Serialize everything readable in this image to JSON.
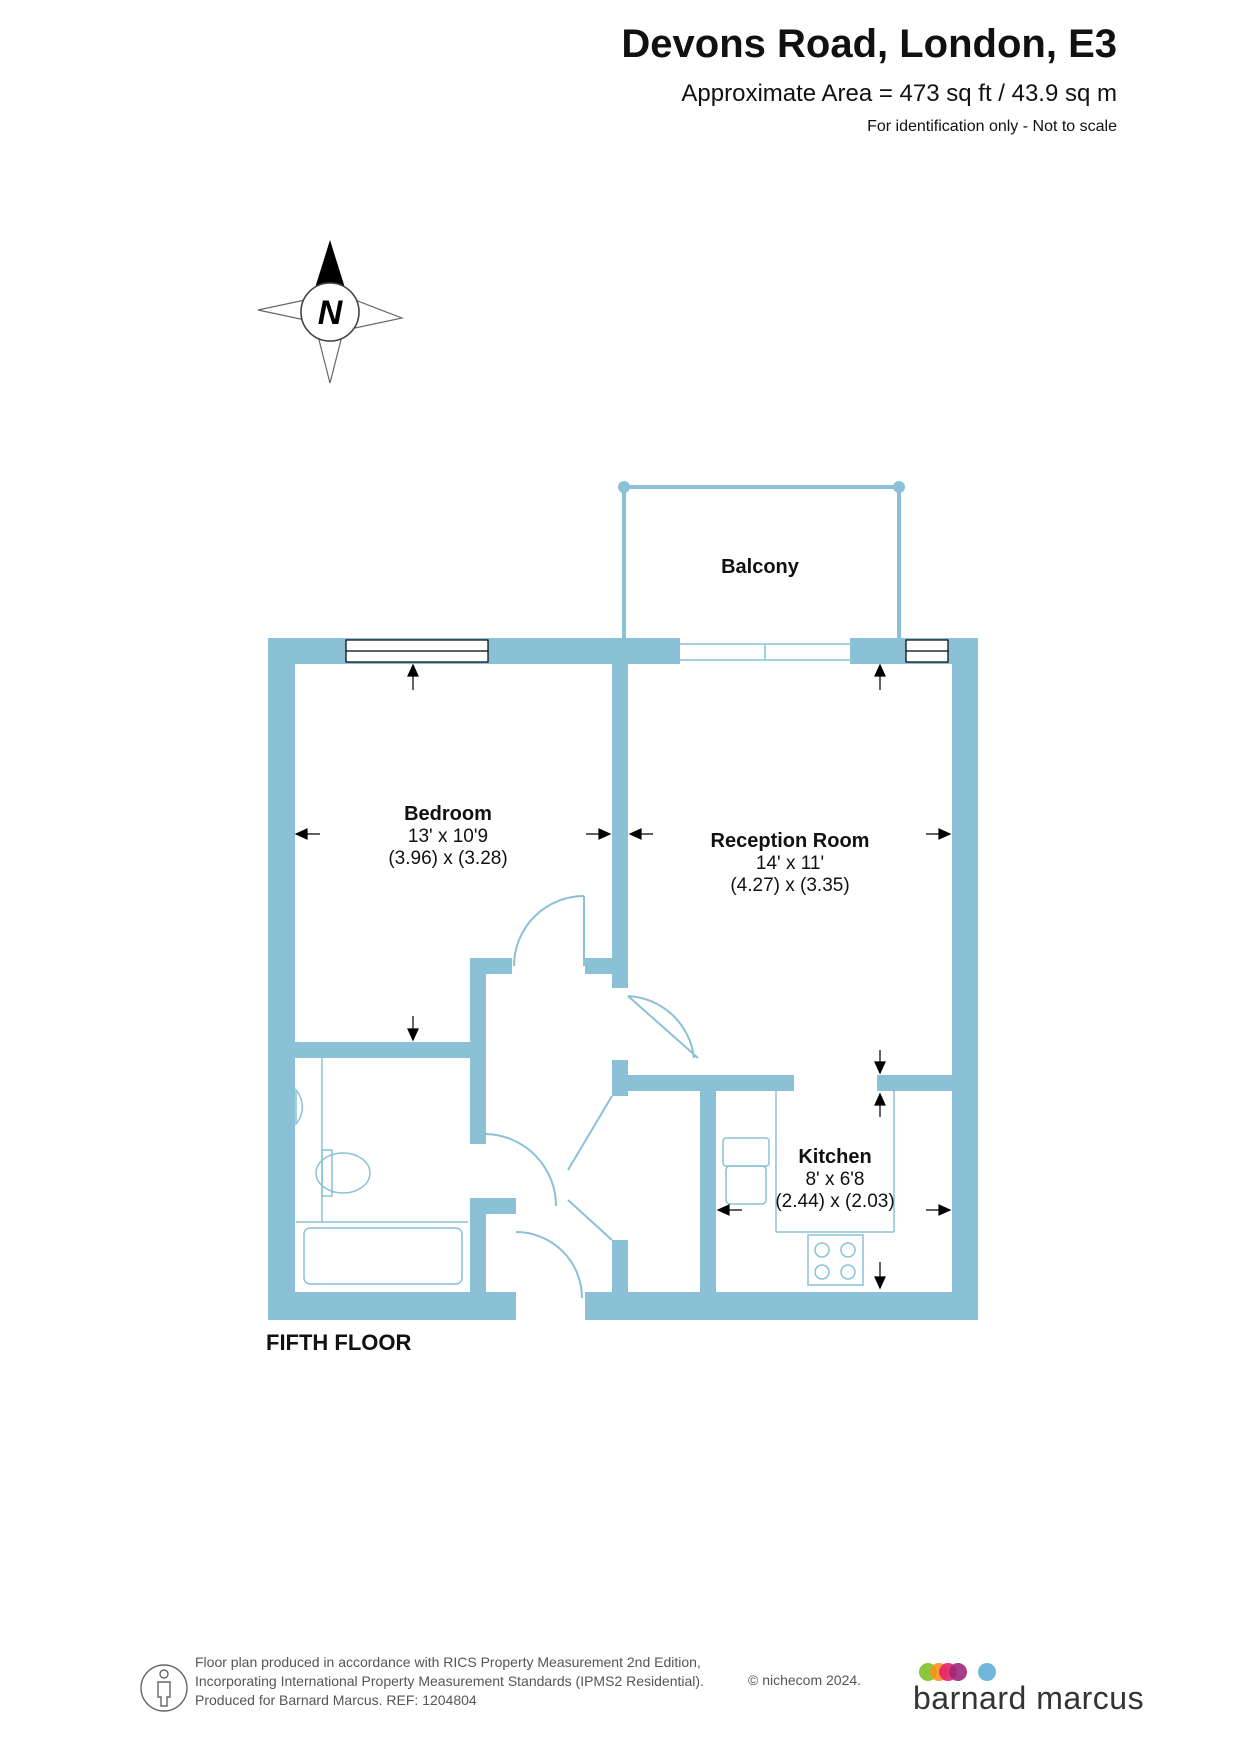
{
  "header": {
    "title": "Devons Road, London, E3",
    "area": "Approximate Area = 473 sq ft / 43.9 sq m",
    "note": "For identification only - Not to scale"
  },
  "compass": {
    "label": "N"
  },
  "rooms": {
    "balcony": {
      "name": "Balcony"
    },
    "bedroom": {
      "name": "Bedroom",
      "dim_imperial": "13' x 10'9",
      "dim_metric": "(3.96) x (3.28)"
    },
    "reception": {
      "name": "Reception Room",
      "dim_imperial": "14' x 11'",
      "dim_metric": "(4.27) x (3.35)"
    },
    "kitchen": {
      "name": "Kitchen",
      "dim_imperial": "8' x 6'8",
      "dim_metric": "(2.44) x (2.03)"
    }
  },
  "floor_label": "FIFTH FLOOR",
  "footer": {
    "line1": "Floor plan produced in accordance with RICS Property Measurement 2nd Edition,",
    "line2": "Incorporating International Property Measurement Standards (IPMS2 Residential).",
    "line3": "Produced for Barnard Marcus.   REF:  1204804",
    "copyright": "© nichecom 2024."
  },
  "brand": {
    "name": "barnard marcus",
    "dot_colors": [
      "#8dc63f",
      "#f7941d",
      "#e2246b",
      "#a0287b",
      "#6fb7d8"
    ]
  },
  "colors": {
    "wall": "#8bc1d7"
  }
}
